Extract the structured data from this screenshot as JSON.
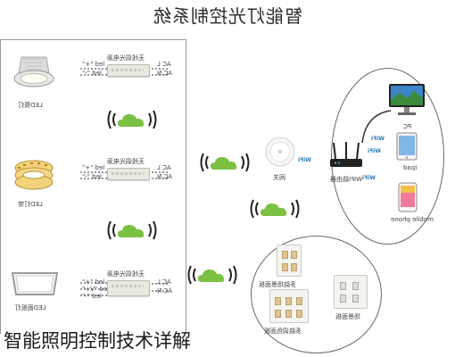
{
  "title": "智能灯光控制系统",
  "caption": "智能照明控制技术详解",
  "devices": {
    "downlight": {
      "controller_label": "无线调光电源",
      "line_labels": [
        "led \"+\"",
        "led \"-\""
      ],
      "ac_labels": [
        "AC L",
        "AC N"
      ],
      "name": "LED筒灯"
    },
    "strip": {
      "controller_label": "无线调光电源",
      "line_labels": [
        "led \"+\"",
        "led \"-\""
      ],
      "ac_labels": [
        "AC L",
        "AC N"
      ],
      "name": "LED灯带"
    },
    "panel": {
      "controller_label": "无线调光电源",
      "line_labels": [
        "led \"+\"",
        "led \"V+\"",
        "led \"-\""
      ],
      "ac_labels": [
        "AC L",
        "AC N"
      ],
      "name": "LED面板灯"
    }
  },
  "gateway": {
    "name": "网关",
    "wifi_badge": "WiFi"
  },
  "router": {
    "name": "WIFI路由器",
    "pc_label": "PC",
    "ipad_label": "Ipad",
    "phone_label": "mobile phone"
  },
  "panels": {
    "multi_scene_panel": "多路场景面板",
    "multi_dimming_panel": "多路调色面板",
    "scene_panel": "场景面板"
  },
  "colors": {
    "cloud": "#7ac143",
    "signal": "#222222",
    "router": "#222222",
    "accent": "#2b7bb9"
  }
}
